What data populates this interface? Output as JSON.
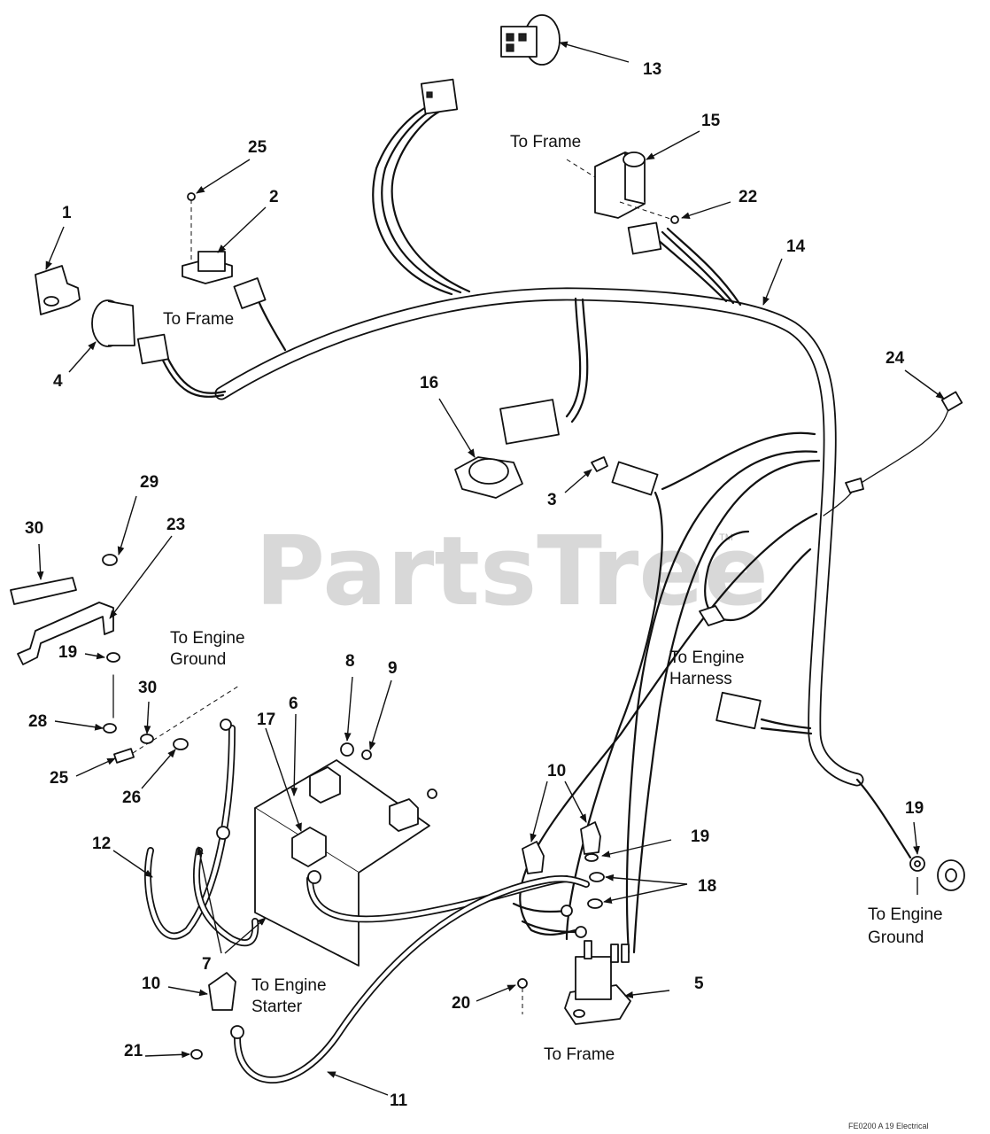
{
  "watermark": {
    "text": "PartsTree",
    "trademark": "TM"
  },
  "footer": "FE0200 A 19 Electrical",
  "callouts": {
    "c1": "1",
    "c2": "2",
    "c3": "3",
    "c4": "4",
    "c5": "5",
    "c6": "6",
    "c7": "7",
    "c8": "8",
    "c9": "9",
    "c10a": "10",
    "c10b": "10",
    "c11": "11",
    "c12": "12",
    "c13": "13",
    "c14": "14",
    "c15": "15",
    "c16": "16",
    "c17": "17",
    "c18": "18",
    "c19a": "19",
    "c19b": "19",
    "c19c": "19",
    "c20": "20",
    "c21": "21",
    "c22": "22",
    "c23": "23",
    "c24": "24",
    "c25a": "25",
    "c25b": "25",
    "c26": "26",
    "c28": "28",
    "c29": "29",
    "c30a": "30",
    "c30b": "30"
  },
  "notes": {
    "to_frame_top": "To Frame",
    "to_frame_left": "To Frame",
    "to_frame_bottom": "To Frame",
    "engine_ground_left": [
      "To Engine",
      "Ground"
    ],
    "engine_harness": [
      "To Engine",
      "Harness"
    ],
    "engine_ground_right": [
      "To Engine",
      "Ground"
    ],
    "engine_starter": [
      "To Engine",
      "Starter"
    ]
  }
}
